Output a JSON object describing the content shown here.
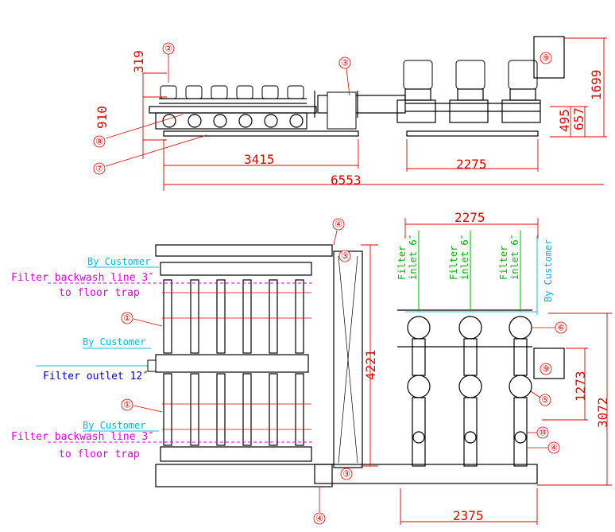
{
  "dimensions": {
    "d319": "319",
    "d910": "910",
    "d3415": "3415",
    "d6553": "6553",
    "d2275_top": "2275",
    "d1699": "1699",
    "d657": "657",
    "d495": "495",
    "d2275_plan": "2275",
    "d4221": "4221",
    "d1273": "1273",
    "d3072": "3072",
    "d2375": "2375"
  },
  "callouts": {
    "c1": "①",
    "c2": "②",
    "c3": "③",
    "c4": "④",
    "c5": "⑤",
    "c6": "⑥",
    "c7": "⑦",
    "c8": "⑧",
    "c9": "⑨",
    "c10": "⑩"
  },
  "annotations": {
    "by_customer": "By Customer",
    "backwash_line": "Filter backwash line 3″",
    "to_floor_trap": "to floor trap",
    "filter_outlet": "Filter outlet 12″",
    "filter_word": "Filter",
    "inlet_word": "inlet 6″"
  },
  "colors": {
    "dimension": "#e00000",
    "by_customer": "#00b8d8",
    "backwash": "#e000e0",
    "outlet": "#0000d0",
    "inlet": "#00b000"
  }
}
